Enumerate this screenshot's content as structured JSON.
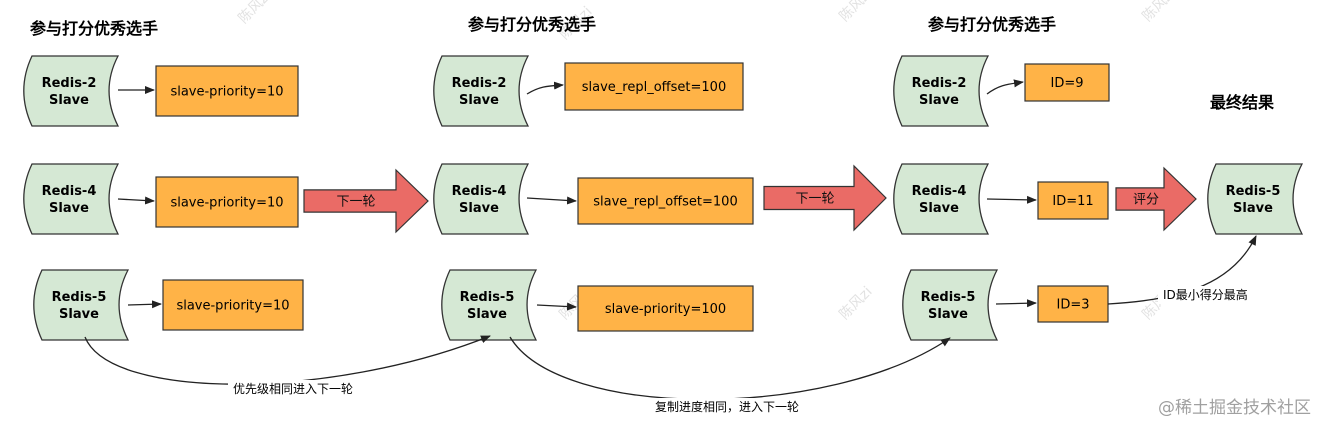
{
  "titles": {
    "col1": "参与打分优秀选手",
    "col2": "参与打分优秀选手",
    "col3": "参与打分优秀选手",
    "result": "最终结果"
  },
  "nodes": {
    "c1_r2": [
      "Redis-2",
      "Slave"
    ],
    "c1_r4": [
      "Redis-4",
      "Slave"
    ],
    "c1_r5": [
      "Redis-5",
      "Slave"
    ],
    "c2_r2": [
      "Redis-2",
      "Slave"
    ],
    "c2_r4": [
      "Redis-4",
      "Slave"
    ],
    "c2_r5": [
      "Redis-5",
      "Slave"
    ],
    "c3_r2": [
      "Redis-2",
      "Slave"
    ],
    "c3_r4": [
      "Redis-4",
      "Slave"
    ],
    "c3_r5": [
      "Redis-5",
      "Slave"
    ],
    "final": [
      "Redis-5",
      "Slave"
    ]
  },
  "values": {
    "c1_r2": "slave-priority=10",
    "c1_r4": "slave-priority=10",
    "c1_r5": "slave-priority=10",
    "c2_r2": "slave_repl_offset=100",
    "c2_r4": "slave_repl_offset=100",
    "c2_r5": "slave-priority=100",
    "c3_r2": "ID=9",
    "c3_r4": "ID=11",
    "c3_r5": "ID=3"
  },
  "big_arrows": {
    "a1": "下一轮",
    "a2": "下一轮",
    "a3": "评分"
  },
  "curve_labels": {
    "l1": "优先级相同进入下一轮",
    "l2": "复制进度相同，进入下一轮",
    "l3": "ID最小得分最高"
  },
  "watermark": {
    "corner": "@稀土掘金技术社区",
    "diagonal": "陈风zi"
  },
  "colors": {
    "node_fill": "#d5e8d4",
    "node_stroke": "#333333",
    "value_fill": "#ffb347",
    "value_stroke": "#333333",
    "arrow_fill": "#ea6b66",
    "arrow_stroke": "#333333",
    "text": "#000000"
  }
}
